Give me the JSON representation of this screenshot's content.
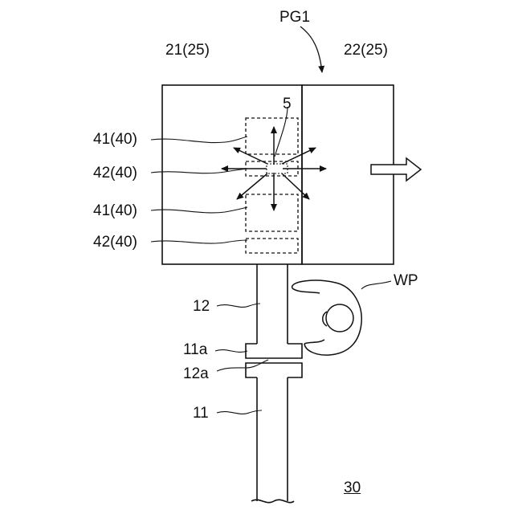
{
  "labels": {
    "pg1": "PG1",
    "left_panel": "21(25)",
    "right_panel": "22(25)",
    "center_five": "5",
    "wp": "WP",
    "l41_top": "41(40)",
    "l42_top": "42(40)",
    "l41_bottom": "41(40)",
    "l42_bottom": "42(40)",
    "l12": "12",
    "l11a": "11a",
    "l12a": "12a",
    "l11": "11",
    "l30": "30"
  },
  "colors": {
    "ink": "#111111",
    "background": "#ffffff"
  }
}
